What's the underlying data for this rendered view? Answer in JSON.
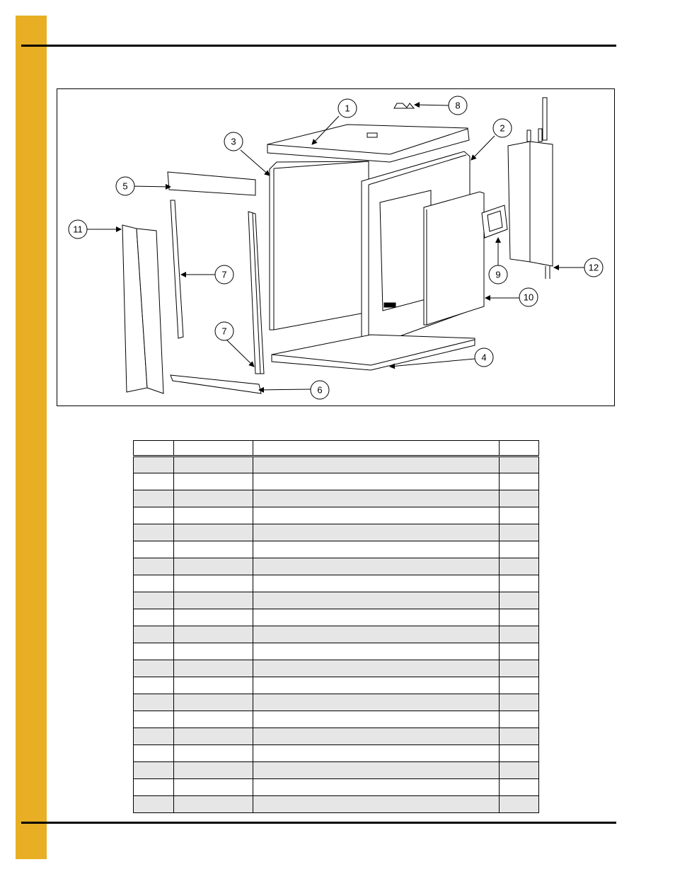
{
  "page": {
    "accent_color": "#E8AE24",
    "rule_color": "#000000"
  },
  "figure": {
    "callouts": [
      "1",
      "2",
      "3",
      "4",
      "5",
      "6",
      "7",
      "7",
      "8",
      "9",
      "10",
      "11",
      "12"
    ]
  },
  "parts_table": {
    "header": [
      "",
      "",
      "",
      ""
    ],
    "rows": [
      [
        "",
        "",
        "",
        ""
      ],
      [
        "",
        "",
        "",
        ""
      ],
      [
        "",
        "",
        "",
        ""
      ],
      [
        "",
        "",
        "",
        ""
      ],
      [
        "",
        "",
        "",
        ""
      ],
      [
        "",
        "",
        "",
        ""
      ],
      [
        "",
        "",
        "",
        ""
      ],
      [
        "",
        "",
        "",
        ""
      ],
      [
        "",
        "",
        "",
        ""
      ],
      [
        "",
        "",
        "",
        ""
      ],
      [
        "",
        "",
        "",
        ""
      ],
      [
        "",
        "",
        "",
        ""
      ],
      [
        "",
        "",
        "",
        ""
      ],
      [
        "",
        "",
        "",
        ""
      ],
      [
        "",
        "",
        "",
        ""
      ],
      [
        "",
        "",
        "",
        ""
      ],
      [
        "",
        "",
        "",
        ""
      ],
      [
        "",
        "",
        "",
        ""
      ],
      [
        "",
        "",
        "",
        ""
      ],
      [
        "",
        "",
        "",
        ""
      ],
      [
        "",
        "",
        "",
        ""
      ]
    ]
  }
}
